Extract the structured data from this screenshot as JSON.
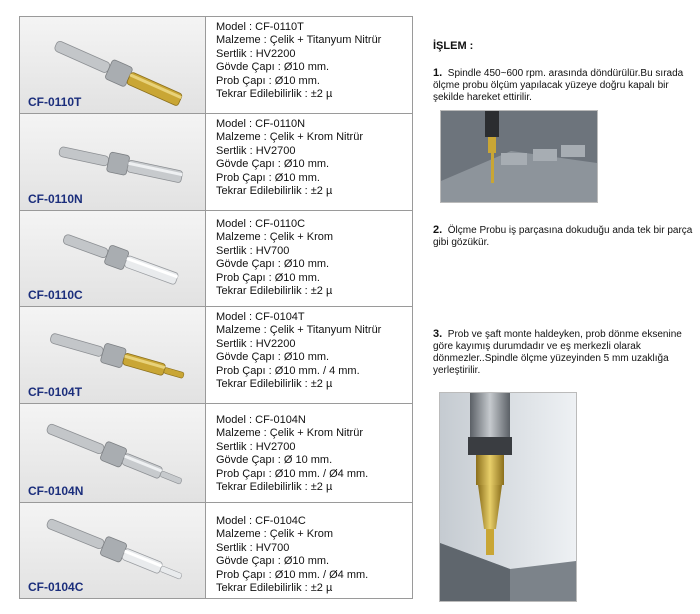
{
  "products": [
    {
      "code": "CF-0110T",
      "lines": [
        "Model : CF-0110T",
        "Malzeme : Çelik + Titanyum Nitrür",
        "Sertlik : HV2200",
        "Gövde Çapı : Ø10 mm.",
        "Prob Çapı : Ø10 mm.",
        "Tekrar Edilebilirlik : ±2 µ"
      ]
    },
    {
      "code": "CF-0110N",
      "lines": [
        "Model : CF-0110N",
        "Malzeme : Çelik + Krom Nitrür",
        "Sertlik : HV2700",
        "Gövde Çapı : Ø10 mm.",
        "Prob Çapı : Ø10 mm.",
        "Tekrar Edilebilirlik : ±2 µ"
      ]
    },
    {
      "code": "CF-0110C",
      "lines": [
        "Model : CF-0110C",
        "Malzeme : Çelik + Krom",
        "Sertlik : HV700",
        "Gövde Çapı : Ø10 mm.",
        "Prob Çapı : Ø10 mm.",
        "Tekrar Edilebilirlik : ±2 µ"
      ]
    },
    {
      "code": "CF-0104T",
      "lines": [
        "Model : CF-0104T",
        "Malzeme : Çelik + Titanyum Nitrür",
        "Sertlik : HV2200",
        "Gövde Çapı : Ø10 mm.",
        "Prob Çapı : Ø10 mm. / 4 mm.",
        "Tekrar Edilebilirlik : ±2 µ"
      ]
    },
    {
      "code": "CF-0104N",
      "lines": [
        "Model : CF-0104N",
        "Malzeme : Çelik + Krom Nitrür",
        "Sertlik : HV2700",
        "Gövde Çapı : Ø 10 mm.",
        "Prob Çapı : Ø10 mm. / Ø4 mm.",
        "Tekrar Edilebilirlik : ±2 µ"
      ]
    },
    {
      "code": "CF-0104C",
      "lines": [
        "Model : CF-0104C",
        "Malzeme : Çelik + Krom",
        "Sertlik : HV700",
        "Gövde Çapı : Ø10 mm.",
        "Prob Çapı : Ø10 mm. / Ø4 mm.",
        "Tekrar Edilebilirlik : ±2 µ"
      ]
    }
  ],
  "process": {
    "heading": "İŞLEM :",
    "steps": [
      {
        "num": "1.",
        "text": "Spindle 450~600 rpm. arasında döndürülür.Bu sırada ölçme probu ölçüm yapılacak yüzeye doğru kapalı bir şekilde hareket ettirilir."
      },
      {
        "num": "2.",
        "text": "Ölçme Probu iş parçasına dokuduğu anda tek bir parça gibi gözükür."
      },
      {
        "num": "3.",
        "text": "Prob ve şaft monte haldeyken, prob dönme eksenine göre kayımış durumdadır ve eş merkezli olarak dönmezler..Spindle ölçme yüzeyinden 5 mm uzaklığa yerleştirilir."
      }
    ]
  },
  "colors": {
    "gold": "#c9a635",
    "steel": "#b9bcc0",
    "code_text": "#1b2e7c",
    "border": "#9a9a9a"
  }
}
